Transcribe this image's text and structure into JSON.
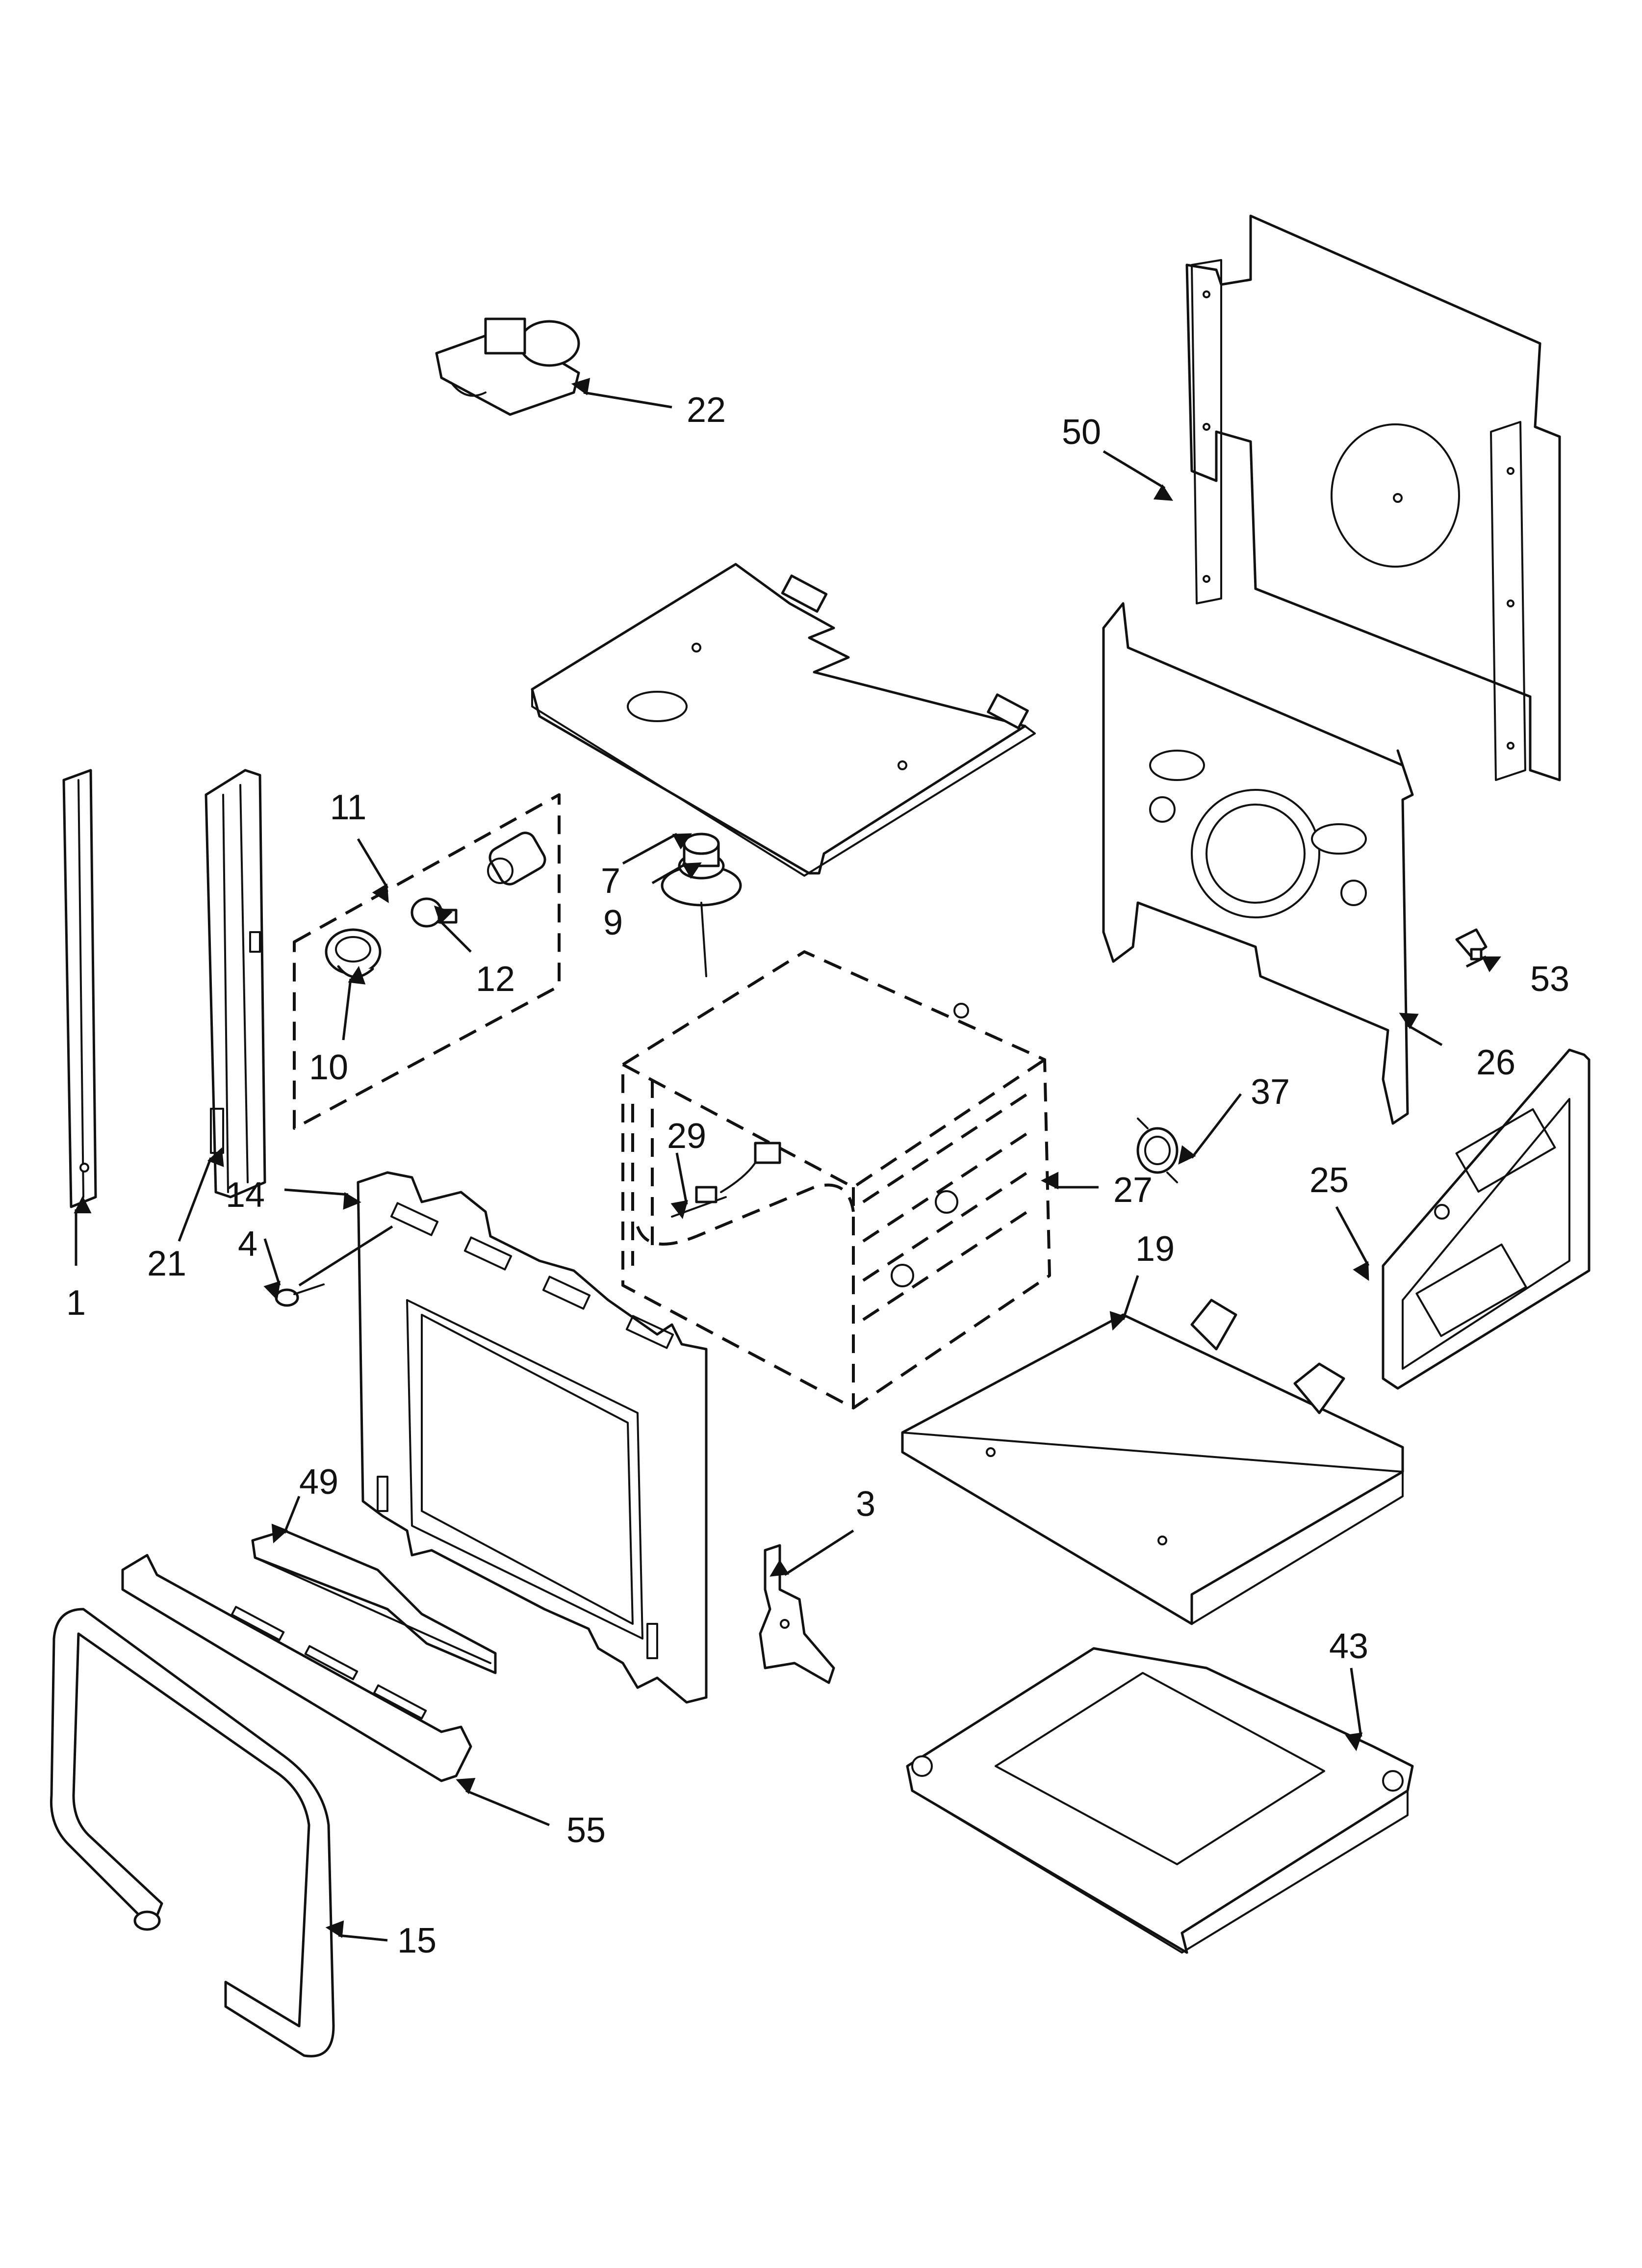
{
  "diagram": {
    "callouts": [
      "1",
      "3",
      "4",
      "7",
      "9",
      "10",
      "11",
      "12",
      "14",
      "15",
      "19",
      "21",
      "22",
      "25",
      "26",
      "27",
      "29",
      "37",
      "43",
      "49",
      "50",
      "53",
      "55"
    ]
  }
}
